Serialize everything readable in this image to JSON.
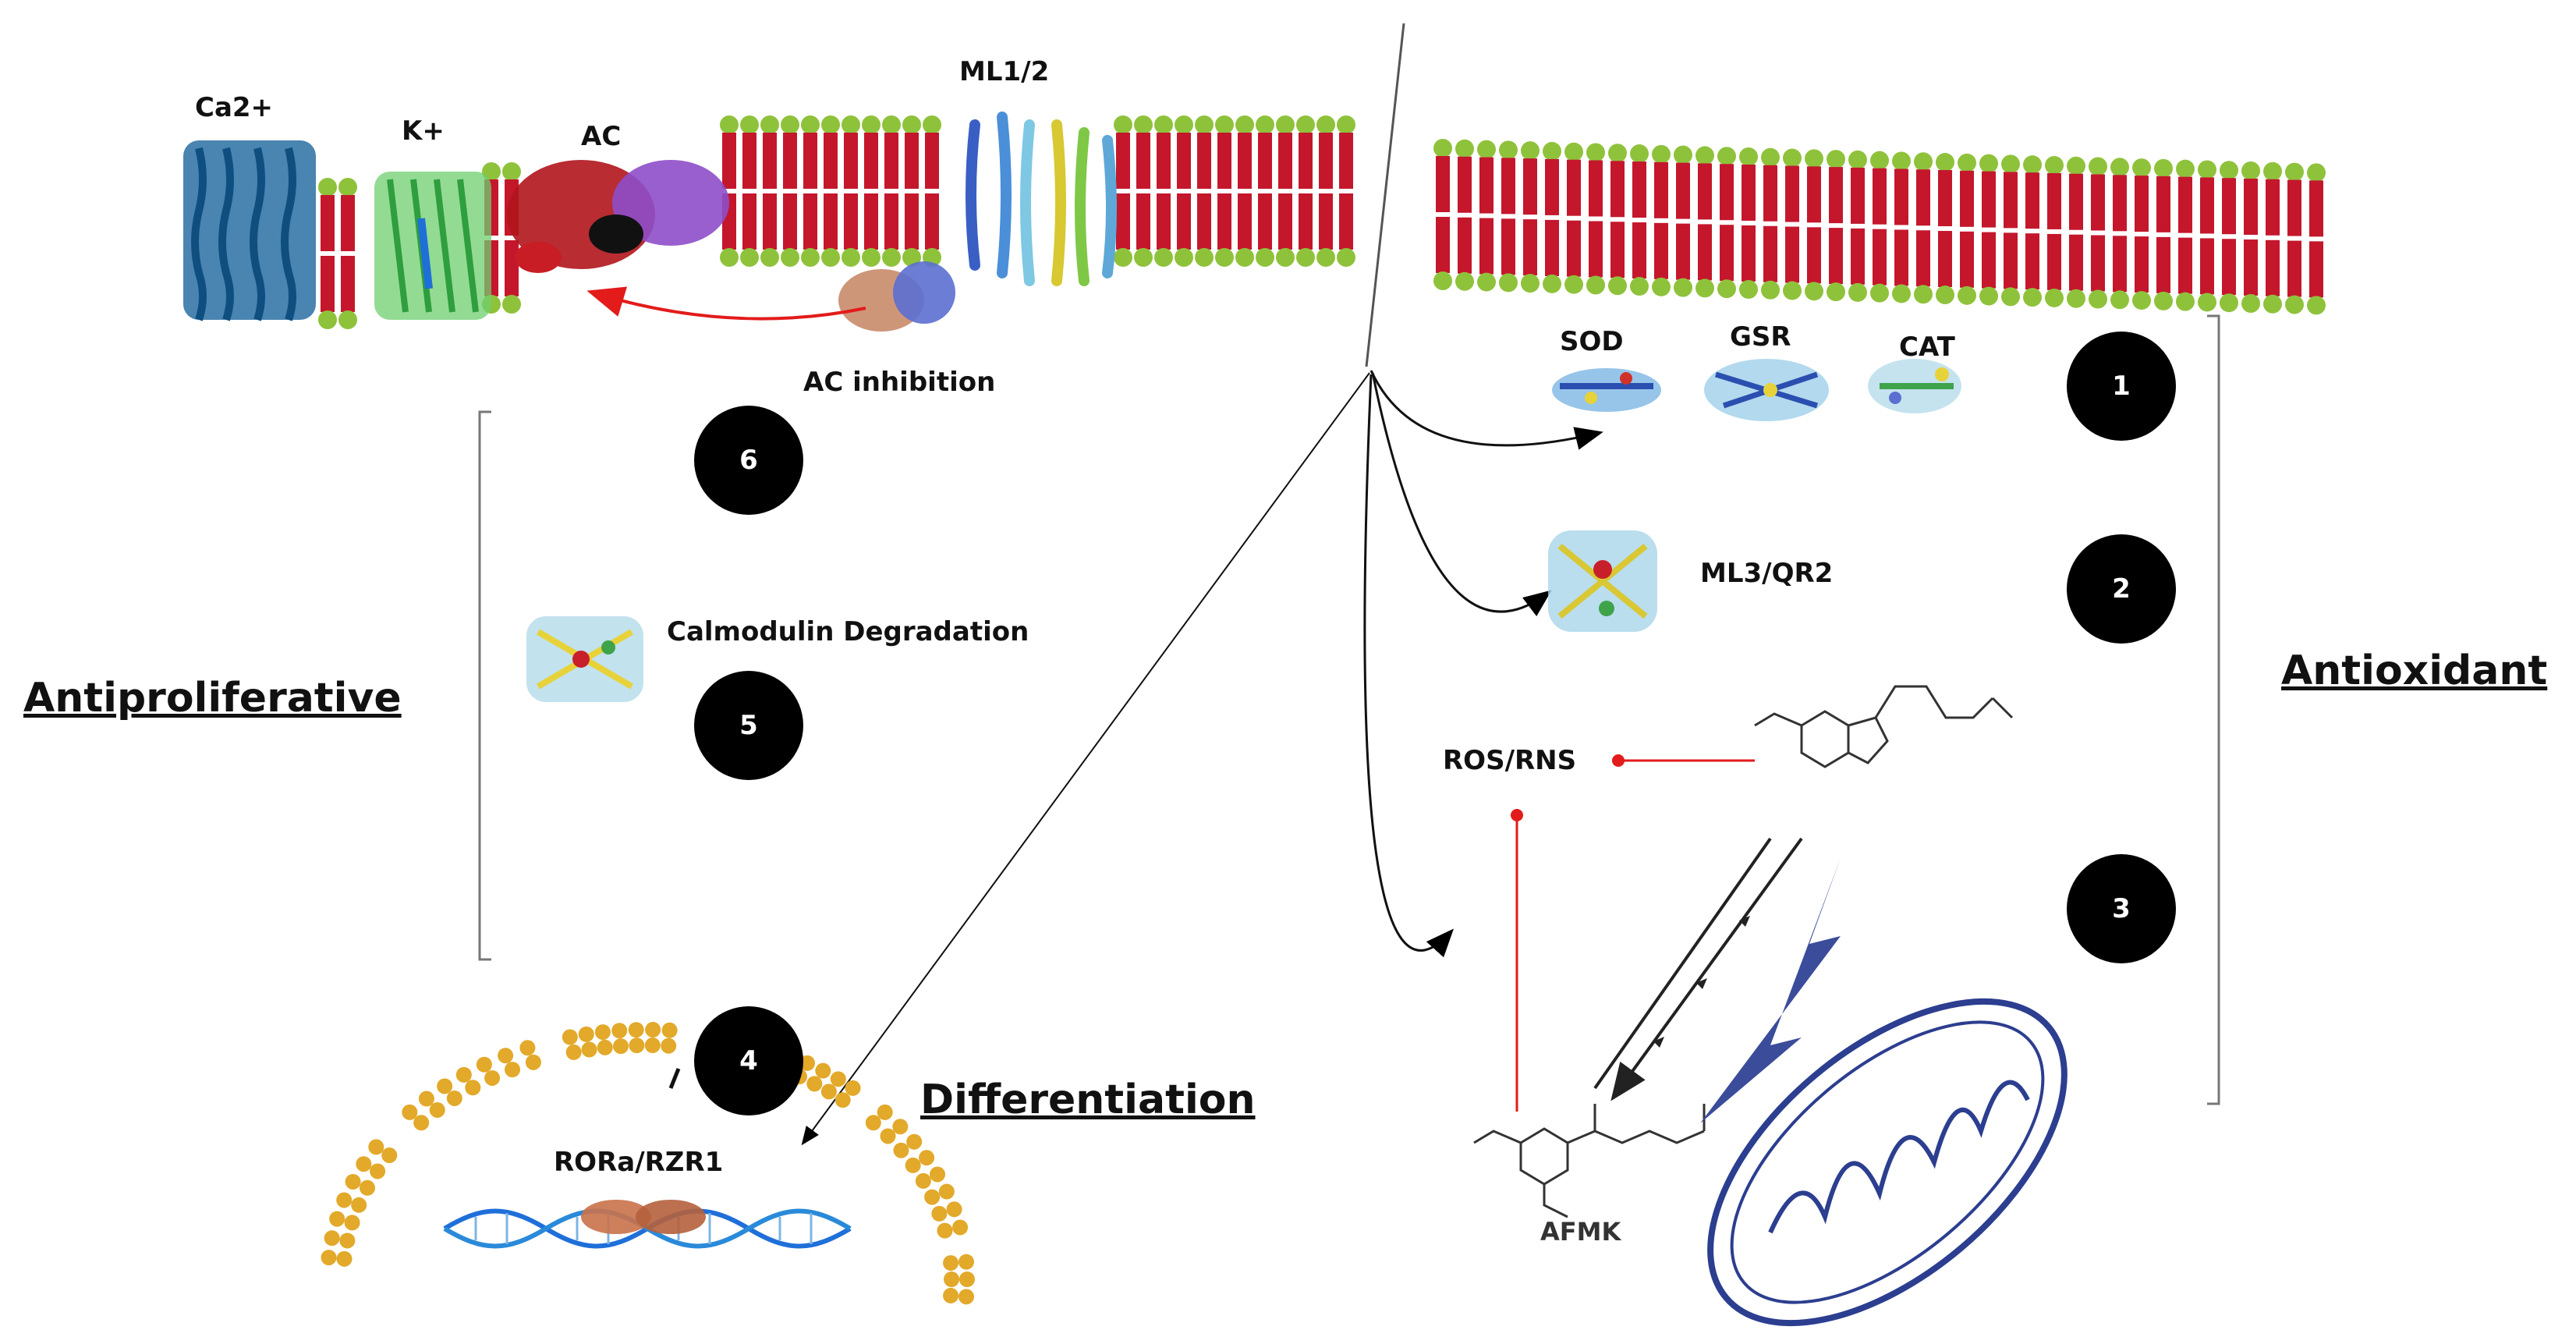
{
  "labels": {
    "ca": "Ca2+",
    "k": "K+",
    "ac": "AC",
    "ml12": "ML1/2",
    "ac_inhibition": "AC inhibition",
    "calmodulin": "Calmodulin Degradation",
    "antiproliferative": "Antiproliferative",
    "differentiation": "Differentiation",
    "rora": "RORa/RZR1",
    "sod": "SOD",
    "gsr": "GSR",
    "cat": "CAT",
    "ml3": "ML3/QR2",
    "ros": "ROS/RNS",
    "afmk": "AFMK",
    "antioxidant": "Antioxidant"
  },
  "numbers": [
    "1",
    "2",
    "3",
    "4",
    "5",
    "6"
  ],
  "colors": {
    "lipid_head_green": "#8fc23b",
    "lipid_tail_red": "#c4172c",
    "nuclear_envelope": "#e2a92a",
    "inhibition_red": "#e31b1b",
    "mitochondria_blue": "#2c3e8f",
    "arrow_blue": "#3b4c9a",
    "dna_blue": "#1f6fd9"
  }
}
